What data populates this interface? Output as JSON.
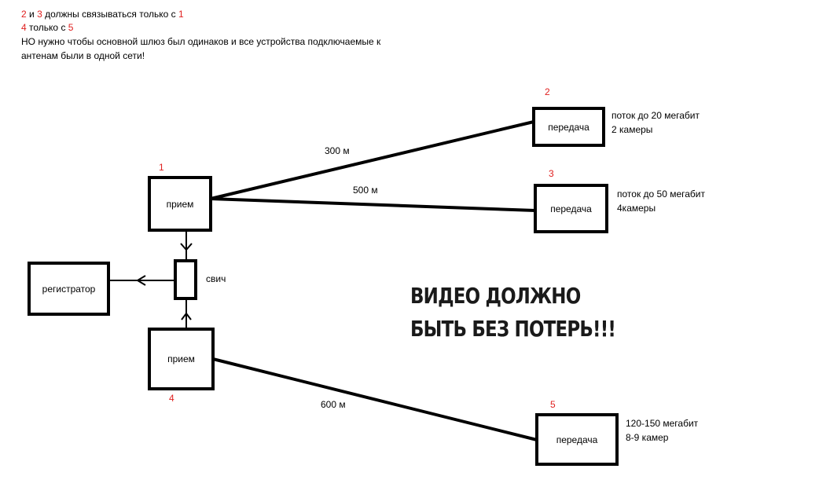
{
  "notes": {
    "line1": {
      "a": "2",
      "b": " и ",
      "c": "3",
      "d": " должны связываться только с ",
      "e": "1"
    },
    "line2": {
      "a": "4",
      "b": " только с ",
      "c": "5"
    },
    "line3": "НО нужно чтобы основной шлюз был одинаков и все устройства подключаемые к",
    "line4": "антенам были в одной сети!"
  },
  "nodes": {
    "n1": {
      "num": "1",
      "label": "прием"
    },
    "n2": {
      "num": "2",
      "label": "передача",
      "info1": "поток до 20 мегабит",
      "info2": "2 камеры"
    },
    "n3": {
      "num": "3",
      "label": "передача",
      "info1": "поток до 50 мегабит",
      "info2": "4камеры"
    },
    "n4": {
      "num": "4",
      "label": "прием"
    },
    "n5": {
      "num": "5",
      "label": "передача",
      "info1": "120-150 мегабит",
      "info2": "8-9 камер"
    },
    "switch": {
      "label": "свич"
    },
    "recorder": {
      "label": "регистратор"
    }
  },
  "distances": {
    "d12": "300 м",
    "d13": "500 м",
    "d45": "600 м"
  },
  "warning": {
    "line1": "ВИДЕО ДОЛЖНО",
    "line2": "БЫТЬ БЕЗ ПОТЕРЬ!!!"
  },
  "colors": {
    "accent_red": "#e0201f",
    "line": "#000000"
  }
}
